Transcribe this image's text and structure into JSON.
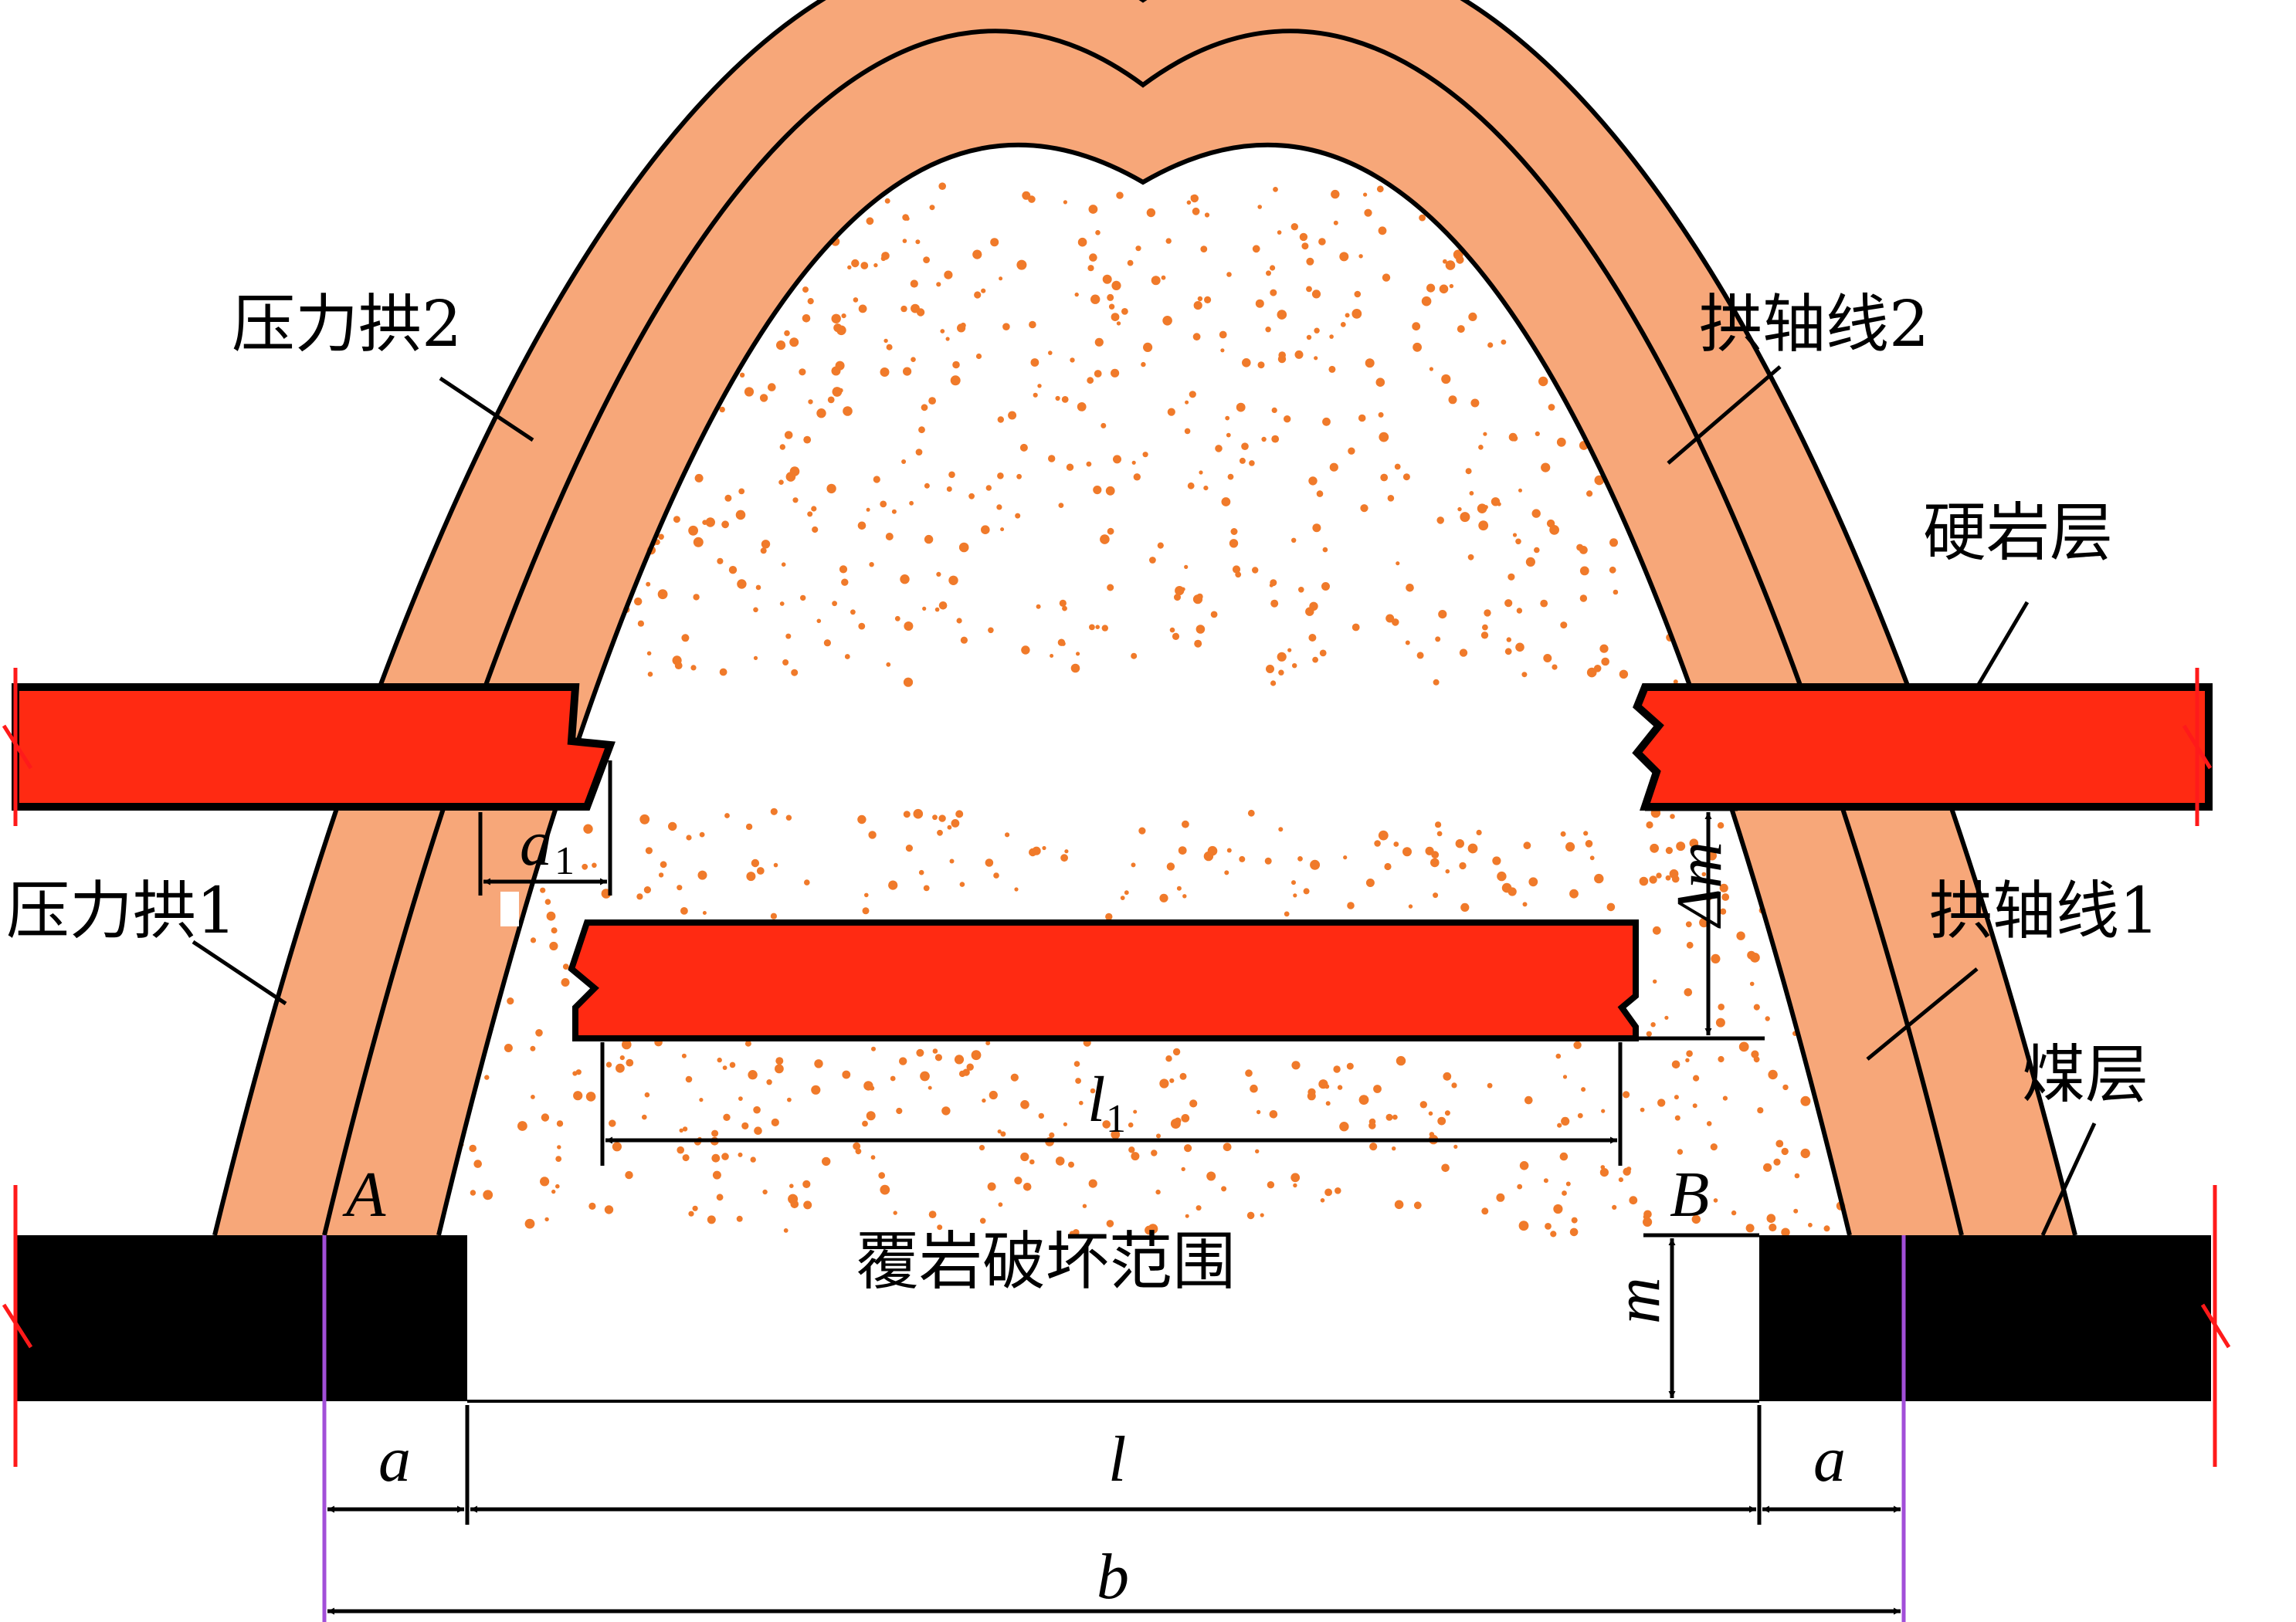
{
  "labels": {
    "pressure_arch_2": "压力拱2",
    "pressure_arch_1": "压力拱1",
    "arch_axis_2": "拱轴线2",
    "arch_axis_1": "拱轴线1",
    "hard_rock": "硬岩层",
    "coal_seam": "煤层",
    "damage_zone": "覆岩破坏范围"
  },
  "symbols": {
    "A": "A",
    "B": "B",
    "a_left": "a",
    "a_right": "a",
    "l": "l",
    "b": "b",
    "m": "m",
    "a1": "a",
    "a1_sub": "1",
    "l1": "l",
    "l1_sub": "1",
    "delta_m": "Δm"
  },
  "colors": {
    "arch_fill": "#F7A779",
    "hard_rock": "#FF2A12",
    "coal": "#000000",
    "dots": "#F07A2A",
    "boundary": "#A24FD8",
    "break_mark": "#FF1A1A"
  }
}
